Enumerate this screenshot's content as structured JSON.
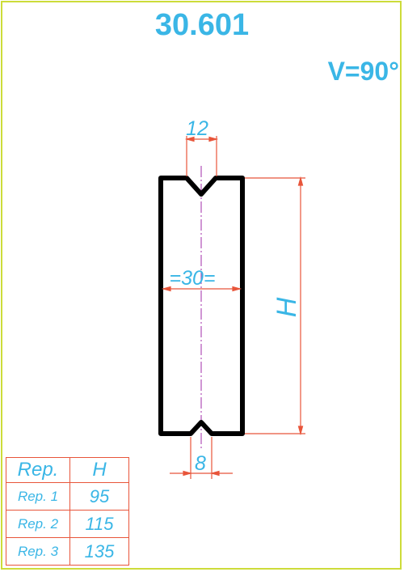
{
  "header": {
    "part_number": "30.601",
    "angle": "V=90°"
  },
  "dimensions": {
    "top_width": "12",
    "bottom_width": "8",
    "body_width": "=30=",
    "height": "H"
  },
  "table": {
    "headers": [
      "Rep.",
      "H"
    ],
    "rows": [
      {
        "rep": "Rep. 1",
        "h": "95"
      },
      {
        "rep": "Rep. 2",
        "h": "115"
      },
      {
        "rep": "Rep. 3",
        "h": "135"
      }
    ]
  },
  "colors": {
    "text": "#3ab6e6",
    "dimension_line": "#e8553a",
    "outline": "#000000",
    "center_line": "#b04fb8",
    "border": "#cddc3a"
  }
}
